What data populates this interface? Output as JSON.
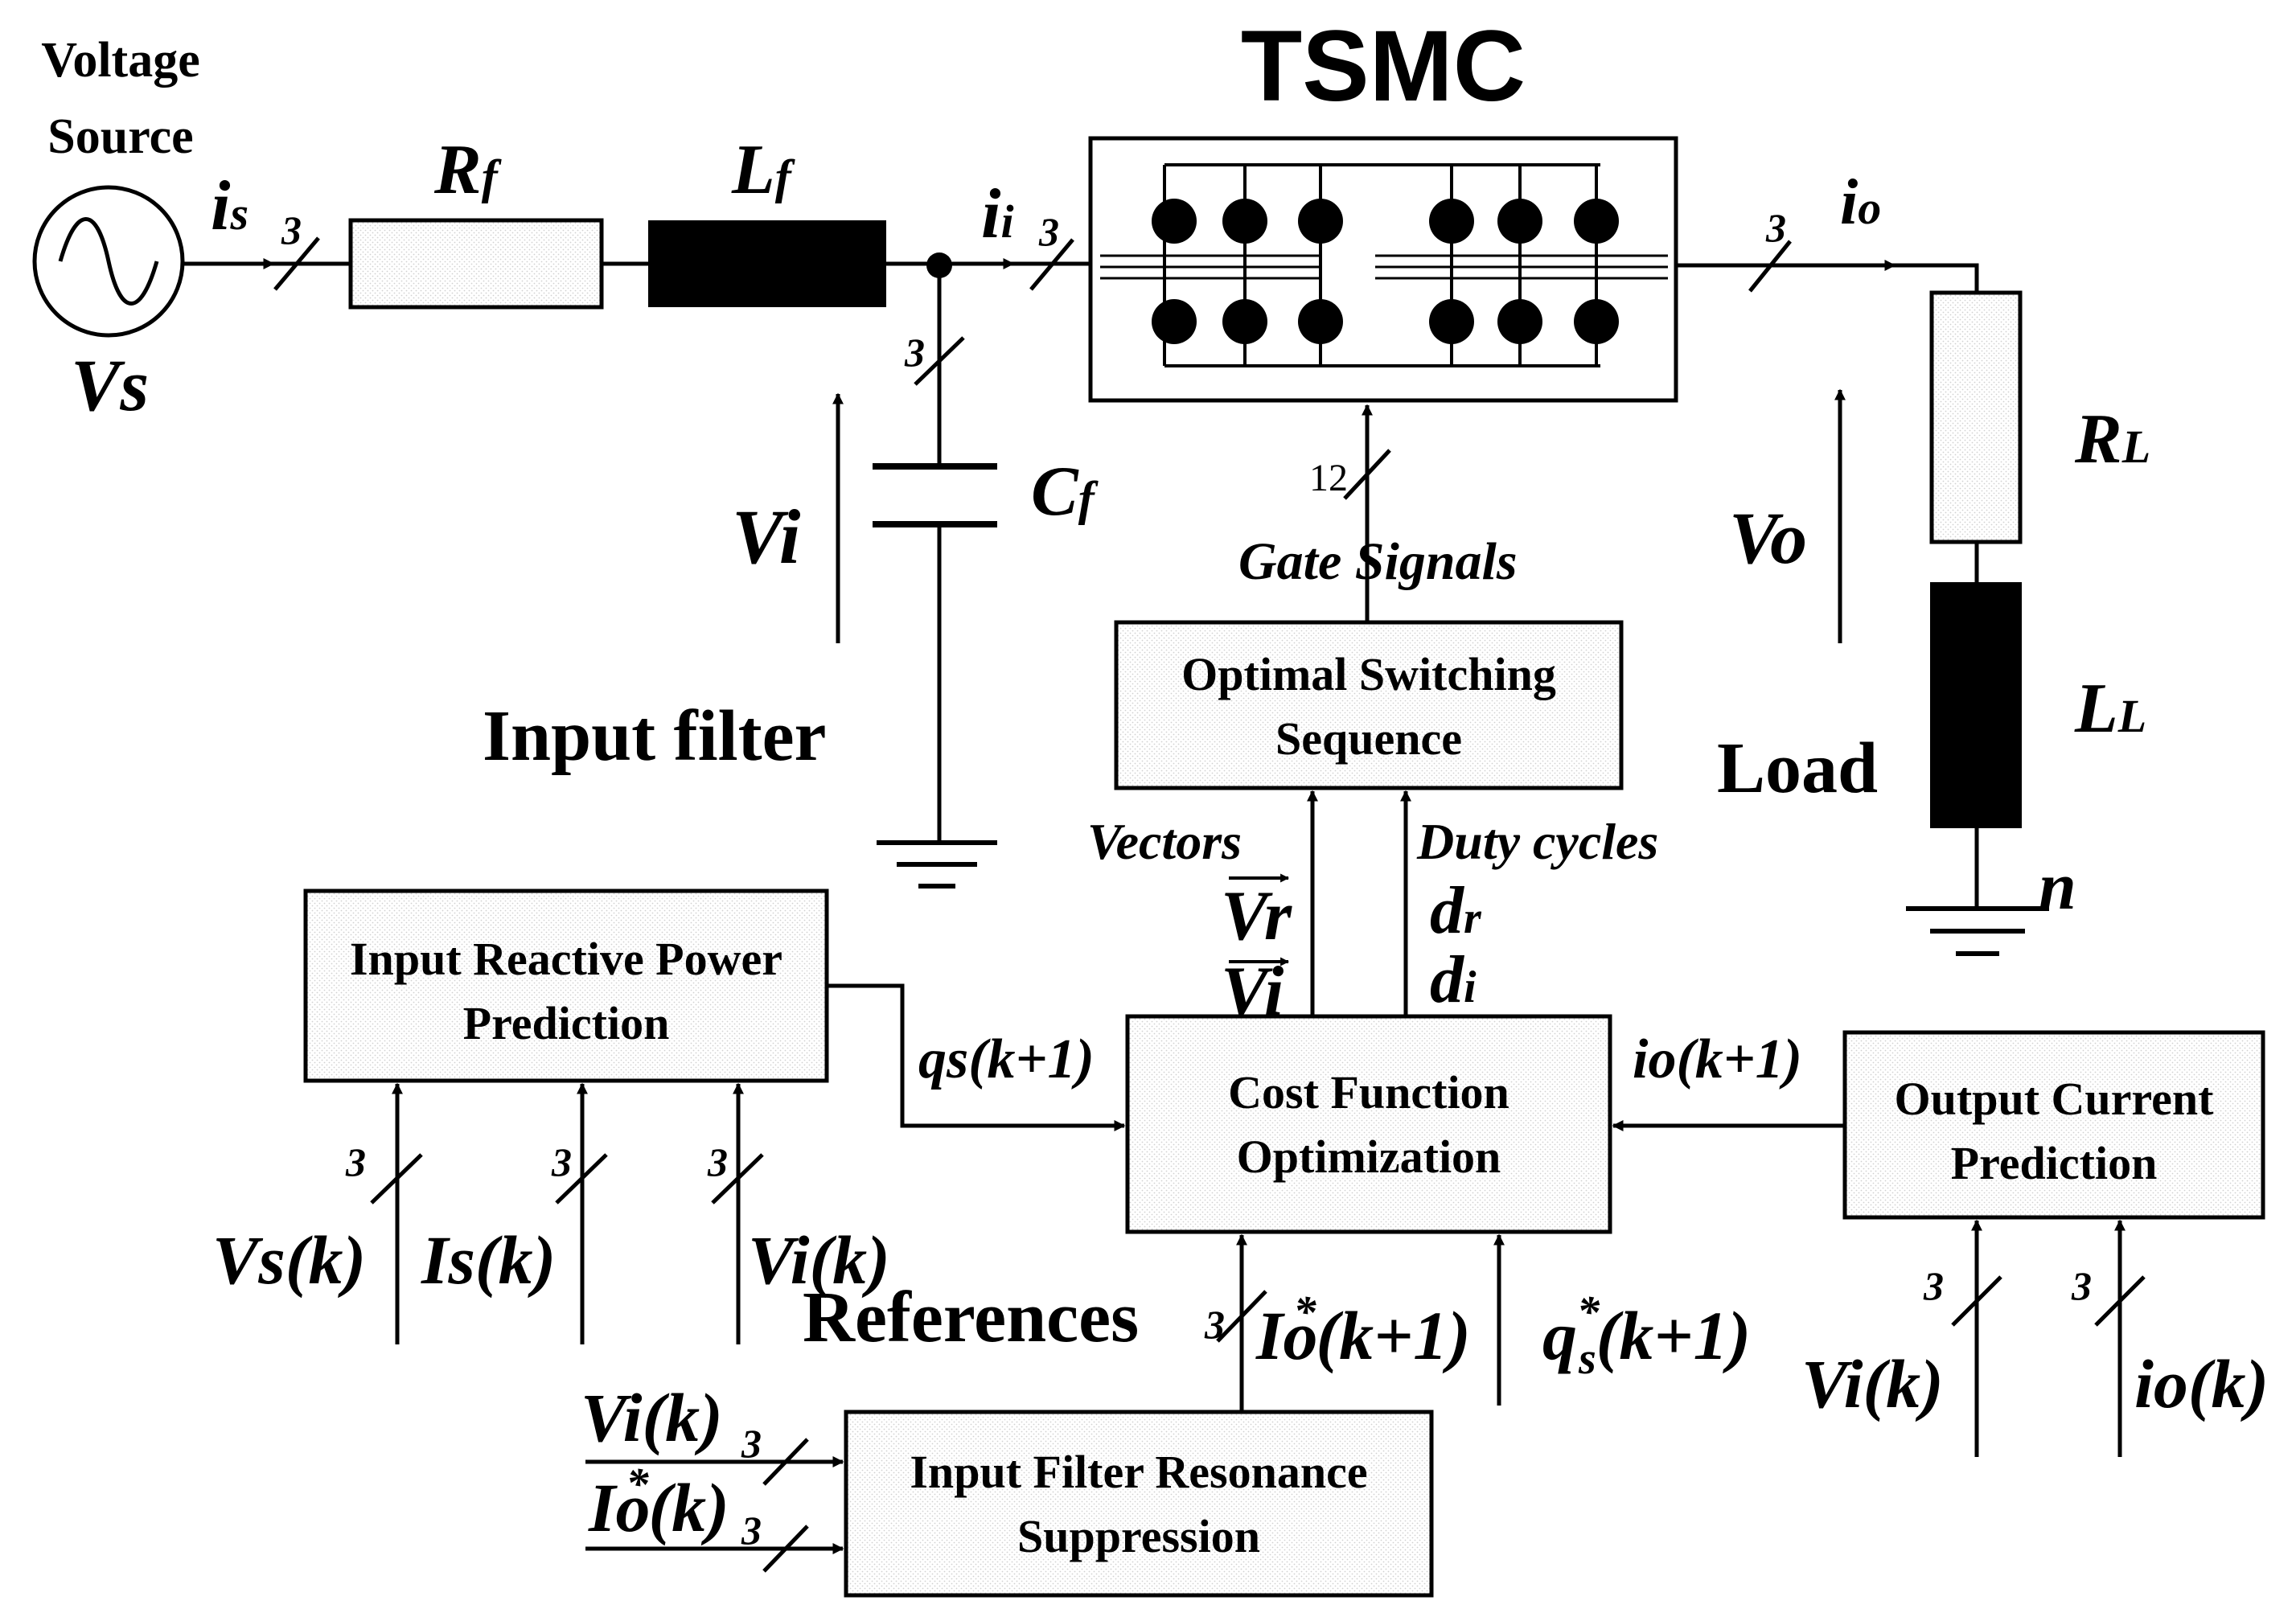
{
  "labels": {
    "voltage_source_line1": "Voltage",
    "voltage_source_line2": "Source",
    "vs": "Vs",
    "is_main": "i",
    "is_sub": "s",
    "rf_main": "R",
    "rf_sub": "f",
    "lf_main": "L",
    "lf_sub": "f",
    "ii_main": "i",
    "ii_sub": "i",
    "cf_main": "C",
    "cf_sub": "f",
    "vi": "Vi",
    "input_filter": "Input filter",
    "tsmc": "TSMC",
    "io_main": "i",
    "io_sub": "o",
    "rl_main": "R",
    "rl_sub": "L",
    "ll_main": "L",
    "ll_sub": "L",
    "vo": "Vo",
    "load": "Load",
    "n": "n",
    "gate_signals": "Gate Signals",
    "gate_count": "12",
    "vectors": "Vectors",
    "duty_cycles": "Duty cycles",
    "vr": "Vr",
    "vi_vec": "Vi",
    "dr_main": "d",
    "dr_sub": "r",
    "di_main": "d",
    "di_sub": "i",
    "qs_k1": "qs(k+1)",
    "io_k1": "io(k+1)",
    "vs_k": "Vs(k)",
    "is_k": "Is(k)",
    "vi_k": "Vi(k)",
    "references": "References",
    "io_ref_main": "Io",
    "io_ref_tail": "(k+1)",
    "qs_ref_main": "q",
    "qs_ref_sub": "s",
    "qs_ref_tail": "(k+1)",
    "vi_k_right": "Vi(k)",
    "io_k_right": "io(k)",
    "vi_k_bottom": "Vi(k)",
    "io_ref_bottom_main": "Io",
    "io_ref_bottom_tail": "(k)",
    "star": "*",
    "three": "3"
  },
  "blocks": {
    "optimal_switching_line1": "Optimal Switching",
    "optimal_switching_line2": "Sequence",
    "reactive_power_line1": "Input Reactive Power",
    "reactive_power_line2": "Prediction",
    "cost_function_line1": "Cost Function",
    "cost_function_line2": "Optimization",
    "output_current_line1": "Output Current",
    "output_current_line2": "Prediction",
    "resonance_line1": "Input Filter Resonance",
    "resonance_line2": "Suppression"
  },
  "colors": {
    "resistor": "#b9dbe6",
    "optimal_switching": "#5b8fd6",
    "reactive_power": "#f2b48e",
    "cost_function": "#a9bf78",
    "output_current": "#ececec",
    "resonance": "#c6f0dc"
  }
}
